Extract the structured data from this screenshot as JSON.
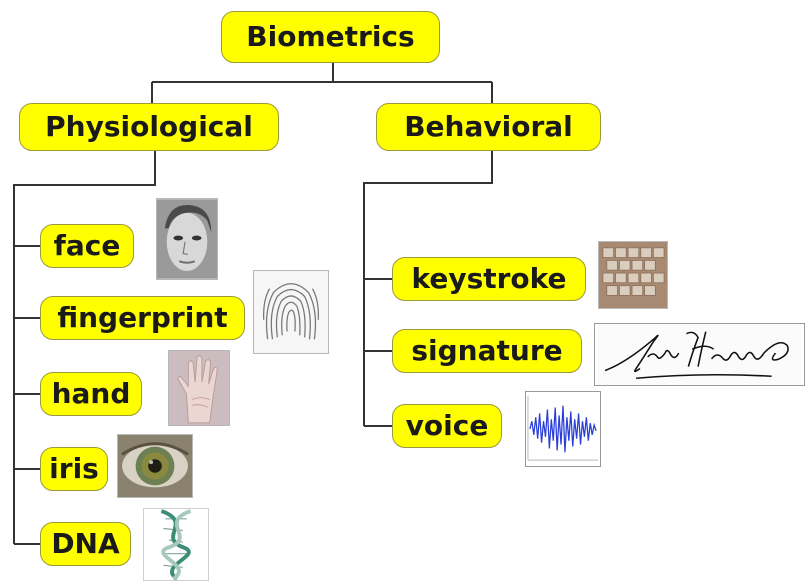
{
  "diagram": {
    "root": {
      "label": "Biometrics"
    },
    "branches": [
      {
        "label": "Physiological",
        "children": [
          {
            "label": "face",
            "icon": "face-photo-icon"
          },
          {
            "label": "fingerprint",
            "icon": "fingerprint-icon"
          },
          {
            "label": "hand",
            "icon": "hand-photo-icon"
          },
          {
            "label": "iris",
            "icon": "iris-photo-icon"
          },
          {
            "label": "DNA",
            "icon": "dna-helix-icon"
          }
        ]
      },
      {
        "label": "Behavioral",
        "children": [
          {
            "label": "keystroke",
            "icon": "keyboard-photo-icon"
          },
          {
            "label": "signature",
            "icon": "signature-icon"
          },
          {
            "label": "voice",
            "icon": "voice-waveform-icon"
          }
        ]
      }
    ],
    "colors": {
      "node_fill": "#ffff00",
      "node_border": "#9a9a3a",
      "connector": "#333333",
      "waveform": "#2b3fd8"
    }
  }
}
